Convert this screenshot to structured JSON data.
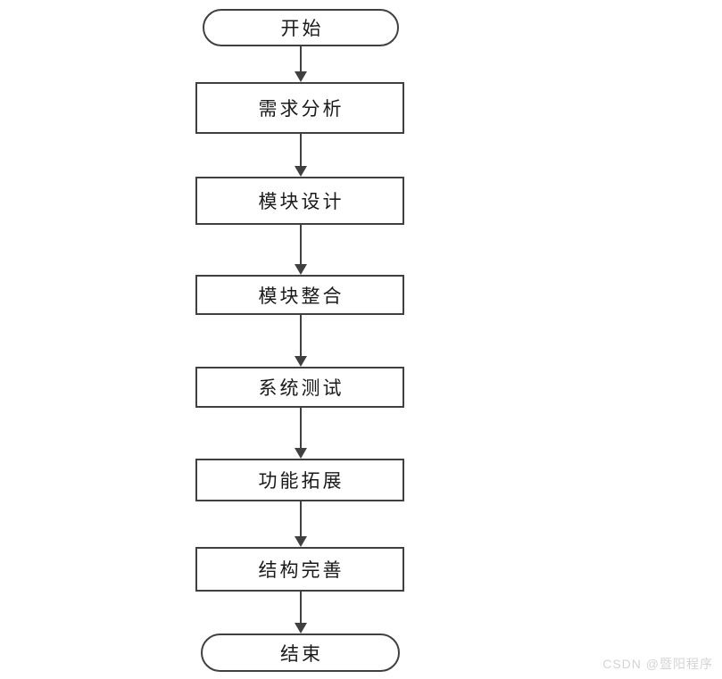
{
  "diagram": {
    "type": "flowchart",
    "direction": "top-to-bottom",
    "nodes": [
      {
        "id": "start",
        "label": "开始",
        "shape": "terminator"
      },
      {
        "id": "step1",
        "label": "需求分析",
        "shape": "process"
      },
      {
        "id": "step2",
        "label": "模块设计",
        "shape": "process"
      },
      {
        "id": "step3",
        "label": "模块整合",
        "shape": "process"
      },
      {
        "id": "step4",
        "label": "系统测试",
        "shape": "process"
      },
      {
        "id": "step5",
        "label": "功能拓展",
        "shape": "process"
      },
      {
        "id": "step6",
        "label": "结构完善",
        "shape": "process"
      },
      {
        "id": "end",
        "label": "结束",
        "shape": "terminator"
      }
    ],
    "edges": [
      {
        "from": "start",
        "to": "step1"
      },
      {
        "from": "step1",
        "to": "step2"
      },
      {
        "from": "step2",
        "to": "step3"
      },
      {
        "from": "step3",
        "to": "step4"
      },
      {
        "from": "step4",
        "to": "step5"
      },
      {
        "from": "step5",
        "to": "step6"
      },
      {
        "from": "step6",
        "to": "end"
      }
    ]
  },
  "watermark": {
    "text": "CSDN @暨阳程序"
  },
  "colors": {
    "background": "#ffffff",
    "node_border": "#404040",
    "node_fill": "#ffffff",
    "node_text": "#1a1a1a",
    "arrow": "#404040",
    "watermark_text": "#d4d4d4"
  }
}
